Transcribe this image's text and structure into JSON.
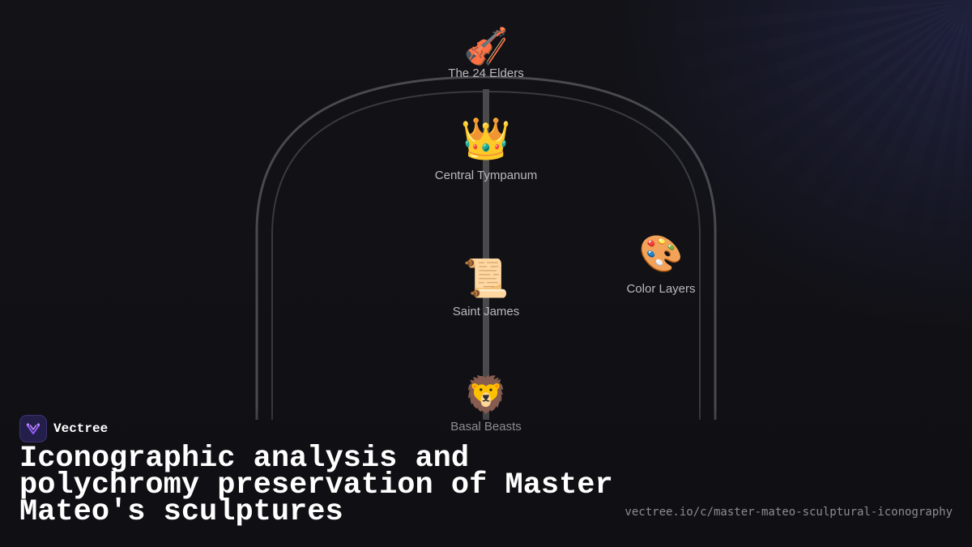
{
  "diagram": {
    "nodes": [
      {
        "id": "elders",
        "icon": "violin-icon",
        "glyph": "🎻",
        "label": "The 24 Elders"
      },
      {
        "id": "tympanum",
        "icon": "crown-icon",
        "glyph": "👑",
        "label": "Central Tympanum"
      },
      {
        "id": "james",
        "icon": "scroll-icon",
        "glyph": "📜",
        "label": "Saint James"
      },
      {
        "id": "colors",
        "icon": "palette-icon",
        "glyph": "🎨",
        "label": "Color Layers"
      },
      {
        "id": "beasts",
        "icon": "lion-icon",
        "glyph": "🦁",
        "label": "Basal Beasts"
      }
    ]
  },
  "brand": {
    "name": "Vectree",
    "logo_icon": "vectree-logo-icon",
    "accent": "#8b5cf6"
  },
  "title": "Iconographic analysis and polychromy preservation of Master Mateo's sculptures",
  "url": "vectree.io/c/master-mateo-sculptural-iconography"
}
